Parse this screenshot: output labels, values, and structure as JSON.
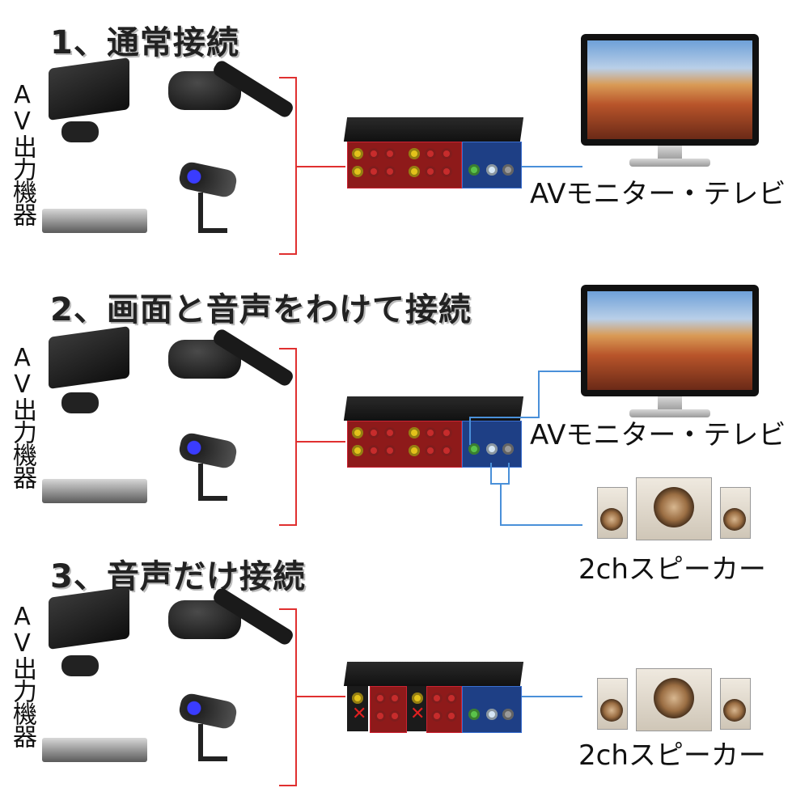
{
  "sections": [
    {
      "heading": "1、通常接続",
      "side_label": "AV出力機器",
      "targets": [
        "AVモニター・テレビ"
      ]
    },
    {
      "heading": "2、画面と音声をわけて接続",
      "side_label": "AV出力機器",
      "targets": [
        "AVモニター・テレビ",
        "2chスピーカー"
      ]
    },
    {
      "heading": "3、音声だけ接続",
      "side_label": "AV出力機器",
      "targets": [
        "2chスピーカー"
      ]
    }
  ],
  "icons": [
    "game-console-icon",
    "media-box-icon",
    "remote-icon",
    "security-camera-icon",
    "dvd-player-icon",
    "av-switch-icon",
    "monitor-icon",
    "speaker-icon",
    "x-mark-icon"
  ],
  "colors": {
    "input_line": "#e03030",
    "output_line": "#4a90d9",
    "input_panel": "#8e1a1a",
    "output_panel": "#1e3f85"
  }
}
